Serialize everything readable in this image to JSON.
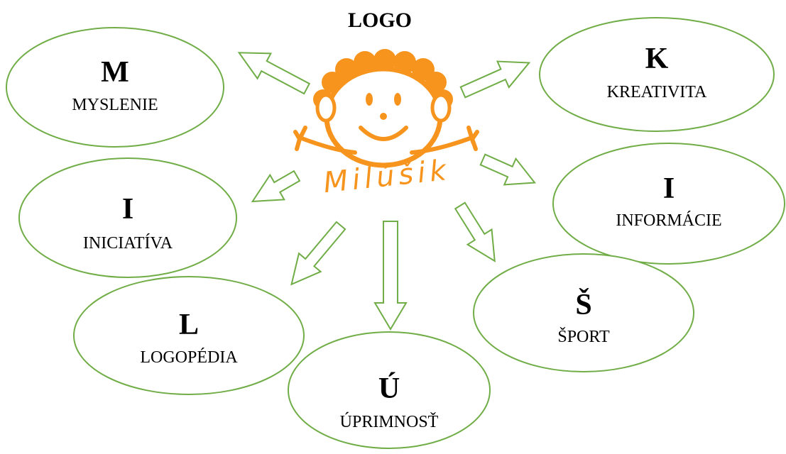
{
  "title": "LOGO",
  "logo": {
    "name": "Milúšik",
    "color": "#f7941d"
  },
  "colors": {
    "bubble_stroke": "#70ad47",
    "arrow_stroke": "#70ad47",
    "text": "#000000"
  },
  "nodes": [
    {
      "id": "myslenie",
      "letter": "M",
      "word": "MYSLENIE"
    },
    {
      "id": "kreativita",
      "letter": "K",
      "word": "KREATIVITA"
    },
    {
      "id": "iniciativa",
      "letter": "I",
      "word": "INICIATÍVA"
    },
    {
      "id": "informacie",
      "letter": "I",
      "word": "INFORMÁCIE"
    },
    {
      "id": "logopedia",
      "letter": "L",
      "word": "LOGOPÉDIA"
    },
    {
      "id": "sport",
      "letter": "Š",
      "word": "ŠPORT"
    },
    {
      "id": "uprimnost",
      "letter": "Ú",
      "word": "ÚPRIMNOSŤ"
    }
  ]
}
